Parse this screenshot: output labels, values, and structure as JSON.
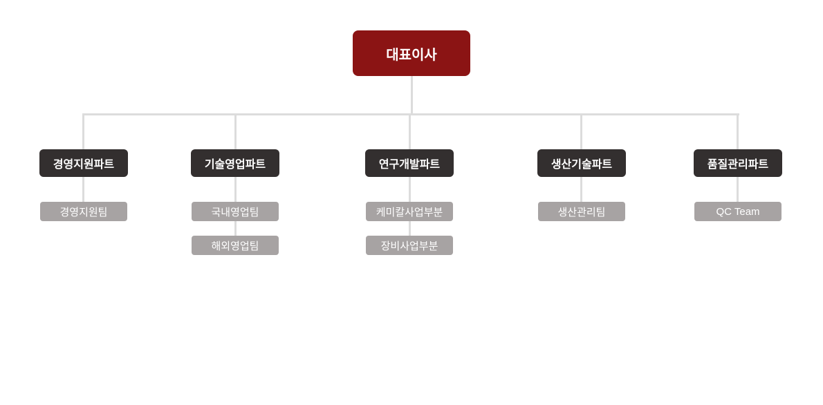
{
  "org_chart": {
    "root": {
      "label": "대표이사"
    },
    "branches": [
      {
        "part": "경영지원파트",
        "teams": [
          "경영지원팀"
        ]
      },
      {
        "part": "기술영업파트",
        "teams": [
          "국내영업팀",
          "해외영업팀"
        ]
      },
      {
        "part": "연구개발파트",
        "teams": [
          "케미칼사업부분",
          "장비사업부분"
        ]
      },
      {
        "part": "생산기술파트",
        "teams": [
          "생산관리팀"
        ]
      },
      {
        "part": "품질관리파트",
        "teams": [
          "QC Team"
        ]
      }
    ]
  },
  "colors": {
    "root_box": "#8b1414",
    "part_box": "#332f2f",
    "team_box": "#a7a3a3",
    "connector_line": "#dcdcdc",
    "text": "#ffffff",
    "background": "#ffffff"
  }
}
